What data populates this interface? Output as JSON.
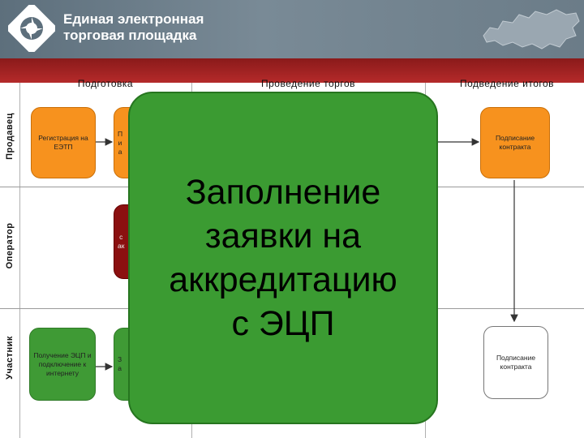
{
  "header": {
    "logo_line1": "Единая электронная",
    "logo_line2": "торговая площадка"
  },
  "phases": [
    "Подготовка",
    "Проведение торгов",
    "Подведение итогов"
  ],
  "lanes": [
    "Продавец",
    "Оператор",
    "Участник"
  ],
  "boxes": {
    "seller_registration": "Регистрация на ЕЭТП",
    "seller_partial": "П\nи\nа",
    "seller_contract": "Подписание контракта",
    "operator_partial": "с\nак",
    "participant_ecp": "Получение ЭЦП и подключение к интернету",
    "participant_partial": "З\nа",
    "participant_contract": "Подписание контракта"
  },
  "overlay": {
    "line1": "Заполнение",
    "line2": "заявки на",
    "line3": "аккредитацию",
    "line4": "с ЭЦП"
  },
  "colors": {
    "orange": "#f7921e",
    "green": "#3f9a35",
    "darkred": "#8b1010",
    "header_red": "#b52a2a"
  }
}
